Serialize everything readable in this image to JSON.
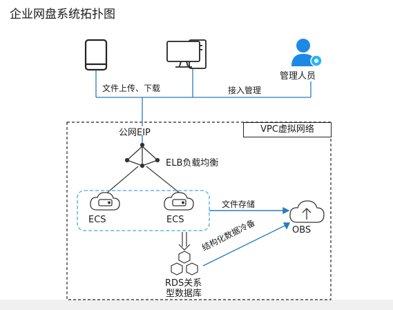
{
  "title": "企业网盘系统拓扑图",
  "labels": {
    "upload_download": "文件上传、下载",
    "admin": "管理人员",
    "access_manage": "接入管理",
    "public_eip": "公网EIP",
    "vpc": "VPC虚拟网络",
    "elb": "ELB负载均衡",
    "ecs_left": "ECS",
    "ecs_right": "ECS",
    "file_storage": "文件存储",
    "obs": "OBS",
    "cold_backup": "结构化数据冷备",
    "rds_line1": "RDS关系",
    "rds_line2": "型数据库"
  },
  "icons": {
    "phone": "mobile-phone-icon",
    "desktop": "desktop-computer-icon",
    "admin": "administrator-user-icon",
    "elb": "load-balancer-icon",
    "ecs": "cloud-server-icon",
    "obs": "cloud-upload-icon",
    "rds": "database-hexagon-icon"
  },
  "colors": {
    "line": "#2b7bbd",
    "ecs_group_border": "#5bb8e4",
    "admin_blue": "#1e88e5",
    "admin_gear": "#29b6f6",
    "stroke": "#333333"
  }
}
